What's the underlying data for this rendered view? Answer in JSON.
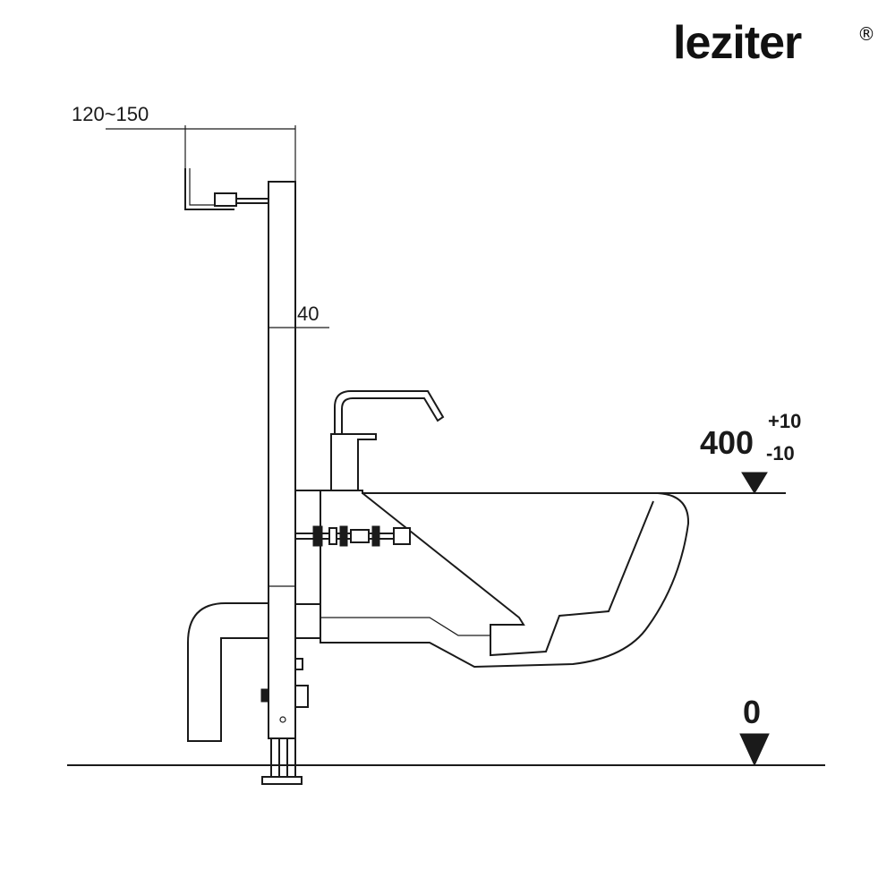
{
  "brand": {
    "name": "leziter",
    "mark": "®"
  },
  "dimensions": {
    "depth_range": "120~150",
    "frame_width": "40"
  },
  "levels": {
    "seat_height": "400",
    "tolerance_plus": "+10",
    "tolerance_minus": "-10",
    "floor": "0"
  },
  "colors": {
    "line": "#1a1a1a",
    "background": "#ffffff"
  }
}
